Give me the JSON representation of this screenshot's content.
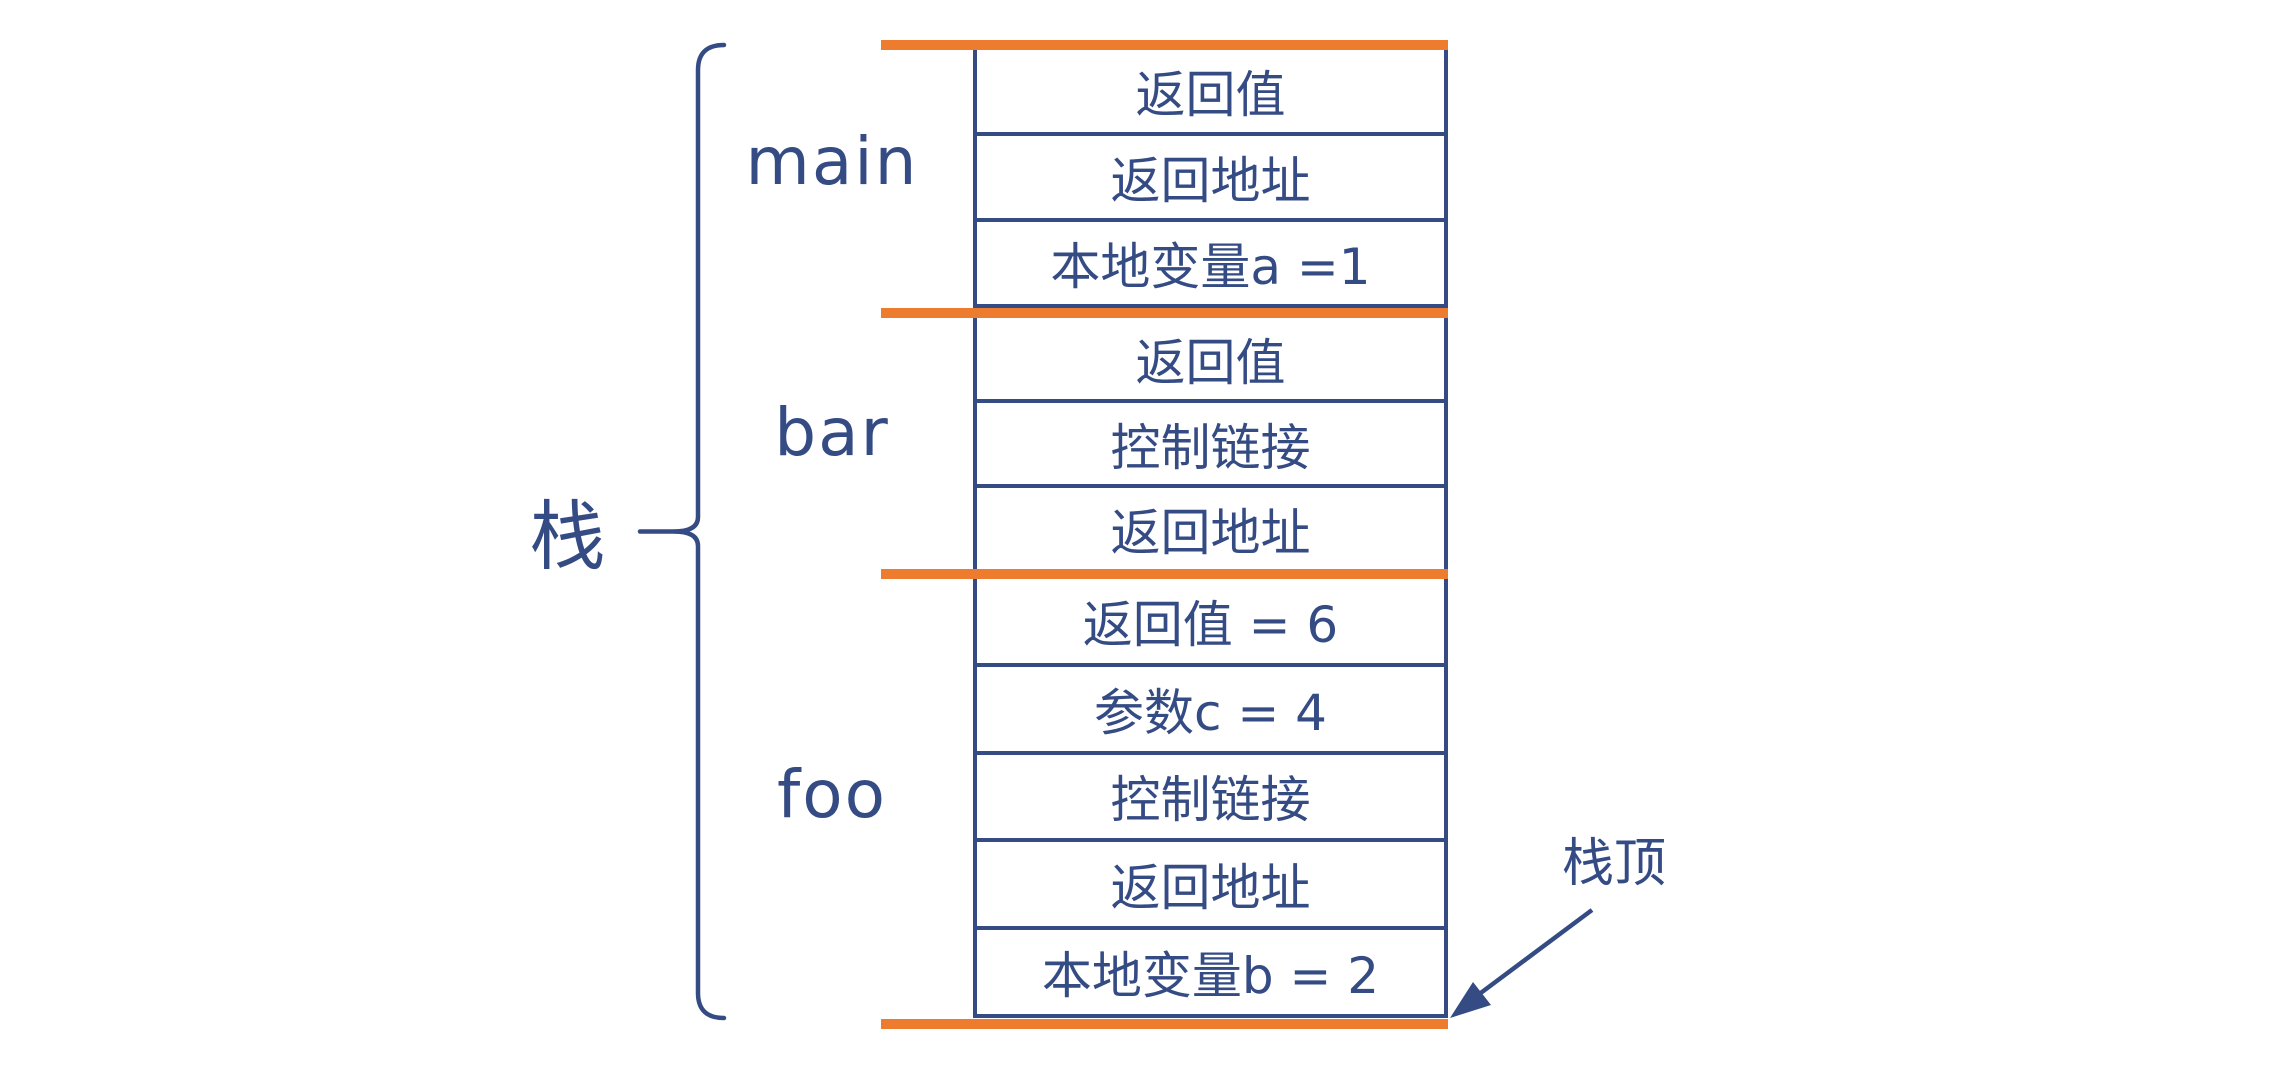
{
  "colors": {
    "navy": "#344B84",
    "orange": "#EE7C2F",
    "background": "#FFFFFF"
  },
  "stack": {
    "label": "栈",
    "top_pointer_label": "栈顶",
    "frames": [
      {
        "label": "main",
        "rows": [
          "返回值",
          "返回地址",
          "本地变量a =1"
        ]
      },
      {
        "label": "bar",
        "rows": [
          "返回值",
          "控制链接",
          "返回地址"
        ]
      },
      {
        "label": "foo",
        "rows": [
          "返回值 = 6",
          "参数c = 4",
          "控制链接",
          "返回地址",
          "本地变量b = 2"
        ]
      }
    ]
  }
}
